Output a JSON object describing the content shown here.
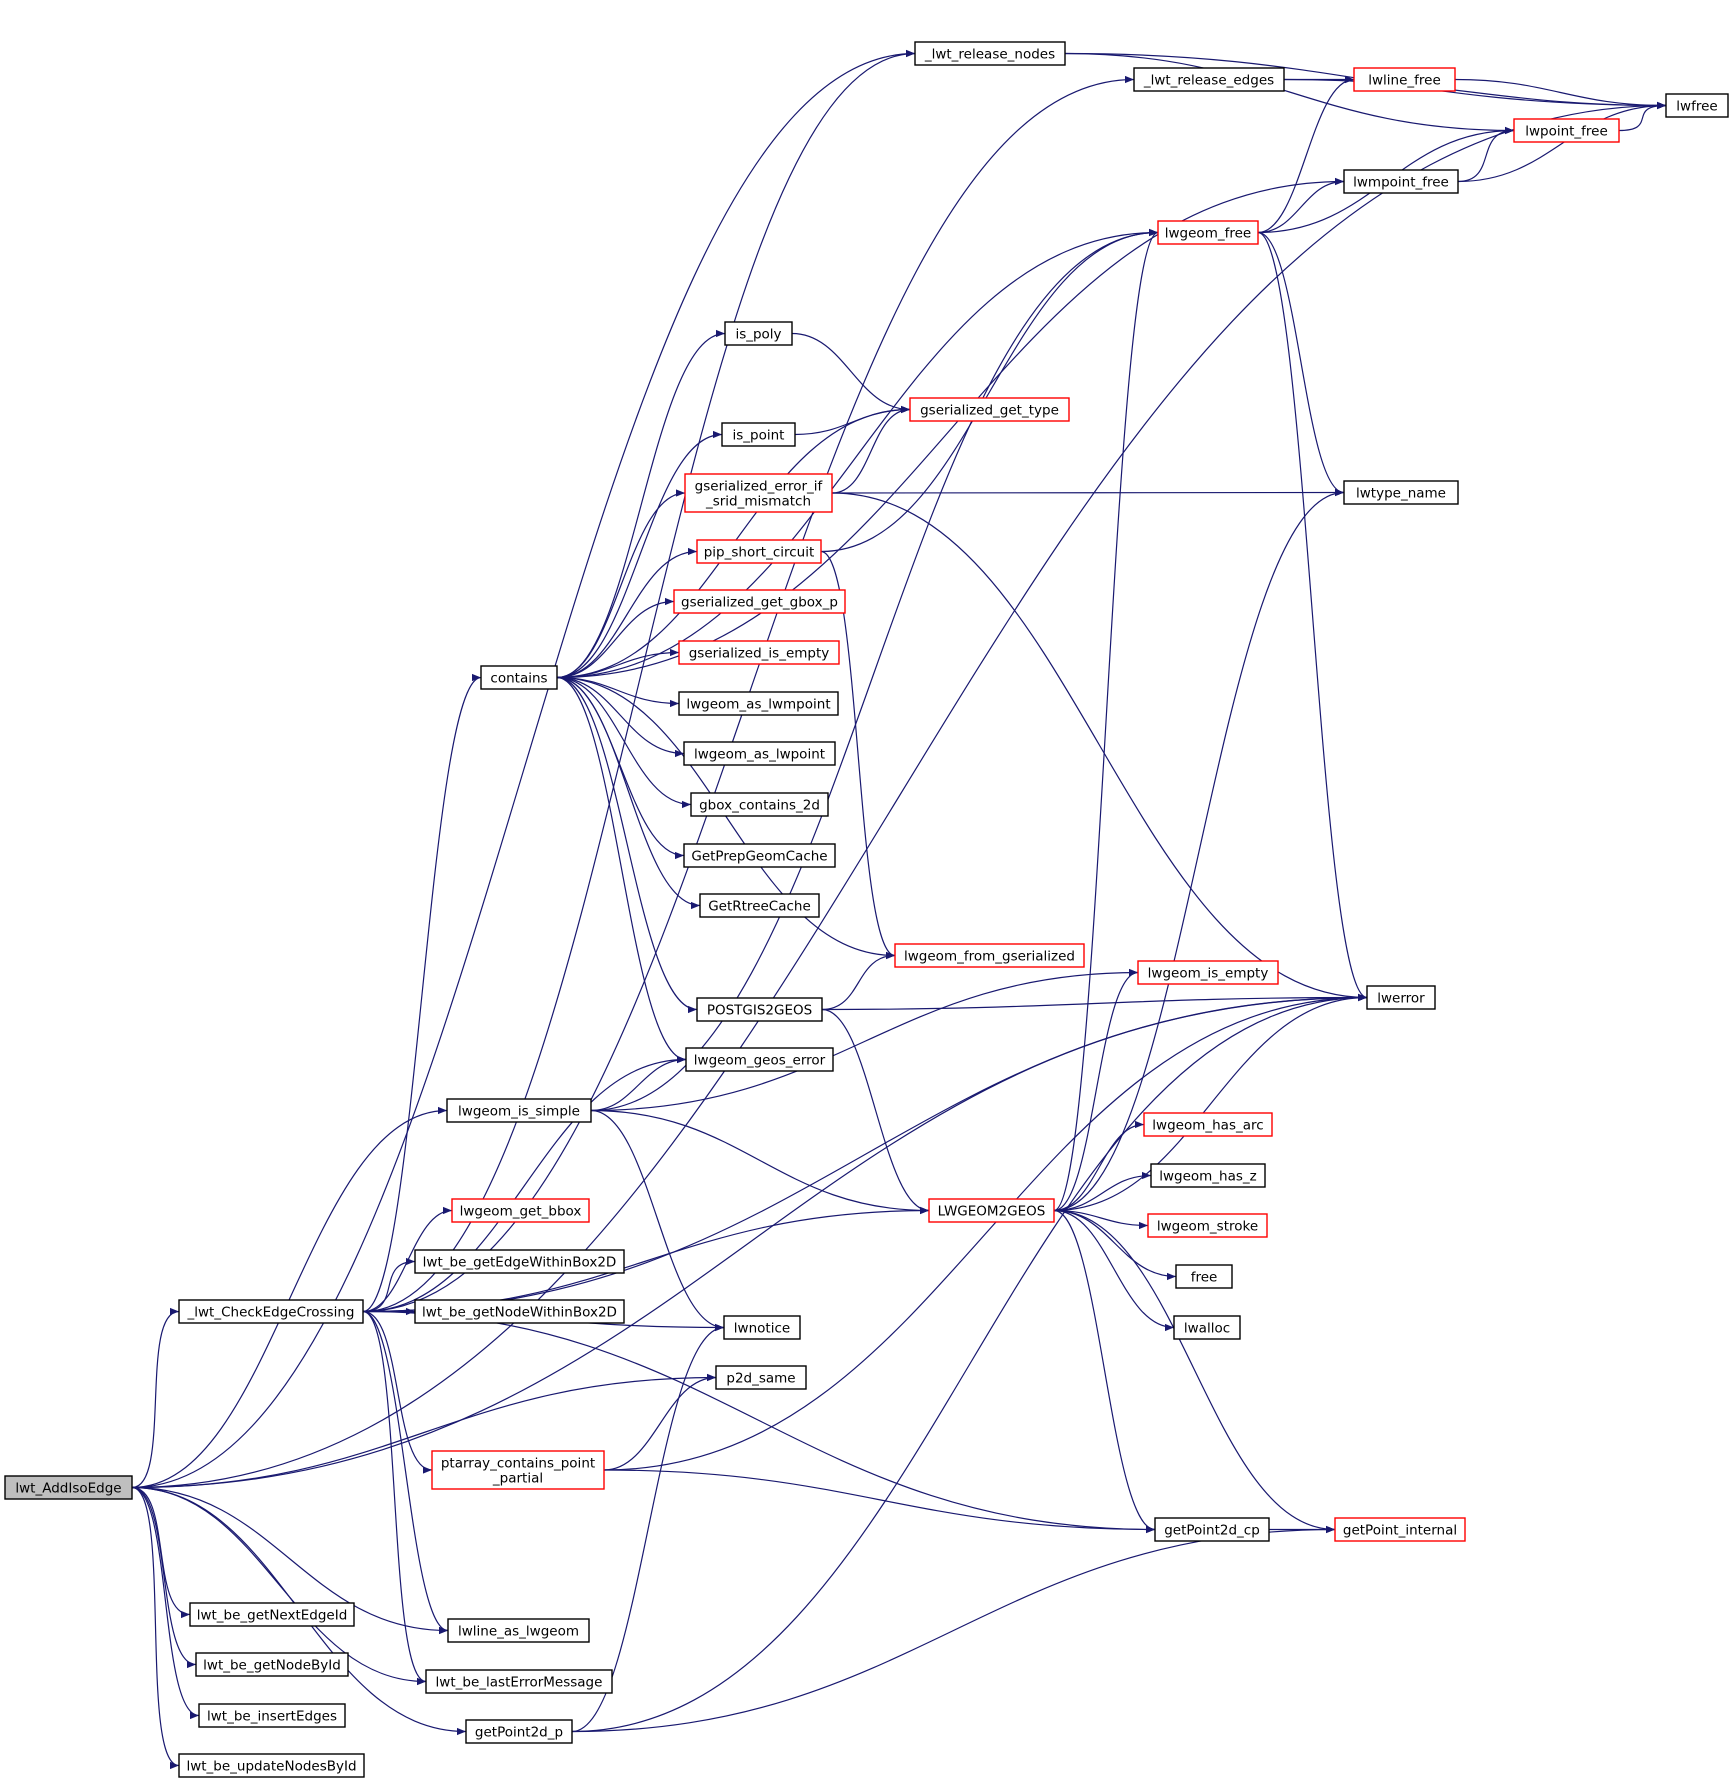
{
  "colors": {
    "edge": "#191970",
    "border_normal": "#000000",
    "border_truncated": "#ff0000",
    "fill_normal": "#ffffff",
    "fill_root": "#bfbfbf"
  },
  "nodes": [
    {
      "id": "lwt_AddIsoEdge",
      "lines": [
        "lwt_AddIsoEdge"
      ],
      "kind": "root"
    },
    {
      "id": "_lwt_CheckEdgeCrossing",
      "lines": [
        "_lwt_CheckEdgeCrossing"
      ],
      "kind": "normal"
    },
    {
      "id": "lwt_be_getNextEdgeId",
      "lines": [
        "lwt_be_getNextEdgeId"
      ],
      "kind": "normal"
    },
    {
      "id": "lwt_be_getNodeById",
      "lines": [
        "lwt_be_getNodeById"
      ],
      "kind": "normal"
    },
    {
      "id": "lwt_be_insertEdges",
      "lines": [
        "lwt_be_insertEdges"
      ],
      "kind": "normal"
    },
    {
      "id": "lwt_be_updateNodesById",
      "lines": [
        "lwt_be_updateNodesById"
      ],
      "kind": "normal"
    },
    {
      "id": "_lwt_release_nodes",
      "lines": [
        "_lwt_release_nodes"
      ],
      "kind": "normal"
    },
    {
      "id": "_lwt_release_edges",
      "lines": [
        "_lwt_release_edges"
      ],
      "kind": "normal"
    },
    {
      "id": "lwline_free",
      "lines": [
        "lwline_free"
      ],
      "kind": "truncated"
    },
    {
      "id": "lwfree",
      "lines": [
        "lwfree"
      ],
      "kind": "normal"
    },
    {
      "id": "lwpoint_free",
      "lines": [
        "lwpoint_free"
      ],
      "kind": "truncated"
    },
    {
      "id": "lwmpoint_free",
      "lines": [
        "lwmpoint_free"
      ],
      "kind": "normal"
    },
    {
      "id": "lwgeom_free",
      "lines": [
        "lwgeom_free"
      ],
      "kind": "truncated"
    },
    {
      "id": "is_poly",
      "lines": [
        "is_poly"
      ],
      "kind": "normal"
    },
    {
      "id": "gserialized_get_type",
      "lines": [
        "gserialized_get_type"
      ],
      "kind": "truncated"
    },
    {
      "id": "is_point",
      "lines": [
        "is_point"
      ],
      "kind": "normal"
    },
    {
      "id": "gserialized_error_if_srid_mismatch",
      "lines": [
        "gserialized_error_if",
        "_srid_mismatch"
      ],
      "kind": "truncated"
    },
    {
      "id": "lwtype_name",
      "lines": [
        "lwtype_name"
      ],
      "kind": "normal"
    },
    {
      "id": "pip_short_circuit",
      "lines": [
        "pip_short_circuit"
      ],
      "kind": "truncated"
    },
    {
      "id": "gserialized_get_gbox_p",
      "lines": [
        "gserialized_get_gbox_p"
      ],
      "kind": "truncated"
    },
    {
      "id": "gserialized_is_empty",
      "lines": [
        "gserialized_is_empty"
      ],
      "kind": "truncated"
    },
    {
      "id": "contains",
      "lines": [
        "contains"
      ],
      "kind": "normal"
    },
    {
      "id": "lwgeom_as_lwmpoint",
      "lines": [
        "lwgeom_as_lwmpoint"
      ],
      "kind": "normal"
    },
    {
      "id": "lwgeom_as_lwpoint",
      "lines": [
        "lwgeom_as_lwpoint"
      ],
      "kind": "normal"
    },
    {
      "id": "gbox_contains_2d",
      "lines": [
        "gbox_contains_2d"
      ],
      "kind": "normal"
    },
    {
      "id": "GetPrepGeomCache",
      "lines": [
        "GetPrepGeomCache"
      ],
      "kind": "normal"
    },
    {
      "id": "GetRtreeCache",
      "lines": [
        "GetRtreeCache"
      ],
      "kind": "normal"
    },
    {
      "id": "lwgeom_from_gserialized",
      "lines": [
        "lwgeom_from_gserialized"
      ],
      "kind": "truncated"
    },
    {
      "id": "lwgeom_is_empty",
      "lines": [
        "lwgeom_is_empty"
      ],
      "kind": "truncated"
    },
    {
      "id": "lwerror",
      "lines": [
        "lwerror"
      ],
      "kind": "normal"
    },
    {
      "id": "POSTGIS2GEOS",
      "lines": [
        "POSTGIS2GEOS"
      ],
      "kind": "normal"
    },
    {
      "id": "lwgeom_geos_error",
      "lines": [
        "lwgeom_geos_error"
      ],
      "kind": "normal"
    },
    {
      "id": "lwgeom_is_simple",
      "lines": [
        "lwgeom_is_simple"
      ],
      "kind": "normal"
    },
    {
      "id": "lwgeom_has_arc",
      "lines": [
        "lwgeom_has_arc"
      ],
      "kind": "truncated"
    },
    {
      "id": "lwgeom_has_z",
      "lines": [
        "lwgeom_has_z"
      ],
      "kind": "normal"
    },
    {
      "id": "LWGEOM2GEOS",
      "lines": [
        "LWGEOM2GEOS"
      ],
      "kind": "truncated"
    },
    {
      "id": "lwgeom_get_bbox",
      "lines": [
        "lwgeom_get_bbox"
      ],
      "kind": "truncated"
    },
    {
      "id": "lwgeom_stroke",
      "lines": [
        "lwgeom_stroke"
      ],
      "kind": "truncated"
    },
    {
      "id": "lwt_be_getEdgeWithinBox2D",
      "lines": [
        "lwt_be_getEdgeWithinBox2D"
      ],
      "kind": "normal"
    },
    {
      "id": "free",
      "lines": [
        "free"
      ],
      "kind": "normal"
    },
    {
      "id": "lwt_be_getNodeWithinBox2D",
      "lines": [
        "lwt_be_getNodeWithinBox2D"
      ],
      "kind": "normal"
    },
    {
      "id": "lwnotice",
      "lines": [
        "lwnotice"
      ],
      "kind": "normal"
    },
    {
      "id": "lwalloc",
      "lines": [
        "lwalloc"
      ],
      "kind": "normal"
    },
    {
      "id": "p2d_same",
      "lines": [
        "p2d_same"
      ],
      "kind": "normal"
    },
    {
      "id": "ptarray_contains_point_partial",
      "lines": [
        "ptarray_contains_point",
        "_partial"
      ],
      "kind": "truncated"
    },
    {
      "id": "getPoint2d_cp",
      "lines": [
        "getPoint2d_cp"
      ],
      "kind": "normal"
    },
    {
      "id": "getPoint_internal",
      "lines": [
        "getPoint_internal"
      ],
      "kind": "truncated"
    },
    {
      "id": "lwline_as_lwgeom",
      "lines": [
        "lwline_as_lwgeom"
      ],
      "kind": "normal"
    },
    {
      "id": "lwt_be_lastErrorMessage",
      "lines": [
        "lwt_be_lastErrorMessage"
      ],
      "kind": "normal"
    },
    {
      "id": "getPoint2d_p",
      "lines": [
        "getPoint2d_p"
      ],
      "kind": "normal"
    }
  ],
  "edges": [
    [
      "lwt_AddIsoEdge",
      "_lwt_release_nodes"
    ],
    [
      "lwt_AddIsoEdge",
      "lwerror"
    ],
    [
      "lwt_AddIsoEdge",
      "_lwt_CheckEdgeCrossing"
    ],
    [
      "lwt_AddIsoEdge",
      "lwgeom_is_simple"
    ],
    [
      "lwt_AddIsoEdge",
      "p2d_same"
    ],
    [
      "lwt_AddIsoEdge",
      "getPoint2d_p"
    ],
    [
      "lwt_AddIsoEdge",
      "lwline_as_lwgeom"
    ],
    [
      "lwt_AddIsoEdge",
      "lwt_be_lastErrorMessage"
    ],
    [
      "lwt_AddIsoEdge",
      "lwt_be_getNextEdgeId"
    ],
    [
      "lwt_AddIsoEdge",
      "lwt_be_getNodeById"
    ],
    [
      "lwt_AddIsoEdge",
      "lwt_be_insertEdges"
    ],
    [
      "lwt_AddIsoEdge",
      "lwt_be_updateNodesById"
    ],
    [
      "_lwt_CheckEdgeCrossing",
      "_lwt_release_nodes"
    ],
    [
      "_lwt_CheckEdgeCrossing",
      "_lwt_release_edges"
    ],
    [
      "_lwt_CheckEdgeCrossing",
      "contains"
    ],
    [
      "_lwt_CheckEdgeCrossing",
      "lwgeom_geos_error"
    ],
    [
      "_lwt_CheckEdgeCrossing",
      "LWGEOM2GEOS"
    ],
    [
      "_lwt_CheckEdgeCrossing",
      "lwgeom_get_bbox"
    ],
    [
      "_lwt_CheckEdgeCrossing",
      "lwt_be_getEdgeWithinBox2D"
    ],
    [
      "_lwt_CheckEdgeCrossing",
      "lwt_be_getNodeWithinBox2D"
    ],
    [
      "_lwt_CheckEdgeCrossing",
      "lwnotice"
    ],
    [
      "_lwt_CheckEdgeCrossing",
      "ptarray_contains_point_partial"
    ],
    [
      "_lwt_CheckEdgeCrossing",
      "getPoint2d_cp"
    ],
    [
      "_lwt_CheckEdgeCrossing",
      "lwline_as_lwgeom"
    ],
    [
      "_lwt_CheckEdgeCrossing",
      "lwt_be_lastErrorMessage"
    ],
    [
      "_lwt_CheckEdgeCrossing",
      "lwerror"
    ],
    [
      "_lwt_release_nodes",
      "lwfree"
    ],
    [
      "_lwt_release_nodes",
      "lwpoint_free"
    ],
    [
      "_lwt_release_edges",
      "lwline_free"
    ],
    [
      "_lwt_release_edges",
      "lwfree"
    ],
    [
      "lwline_free",
      "lwfree"
    ],
    [
      "lwpoint_free",
      "lwfree"
    ],
    [
      "lwmpoint_free",
      "lwpoint_free"
    ],
    [
      "lwmpoint_free",
      "lwfree"
    ],
    [
      "lwgeom_free",
      "lwline_free"
    ],
    [
      "lwgeom_free",
      "lwmpoint_free"
    ],
    [
      "lwgeom_free",
      "lwpoint_free"
    ],
    [
      "lwgeom_free",
      "lwtype_name"
    ],
    [
      "lwgeom_free",
      "lwerror"
    ],
    [
      "contains",
      "lwmpoint_free"
    ],
    [
      "contains",
      "lwgeom_free"
    ],
    [
      "contains",
      "is_poly"
    ],
    [
      "contains",
      "gserialized_get_type"
    ],
    [
      "contains",
      "is_point"
    ],
    [
      "contains",
      "gserialized_error_if_srid_mismatch"
    ],
    [
      "contains",
      "pip_short_circuit"
    ],
    [
      "contains",
      "gserialized_get_gbox_p"
    ],
    [
      "contains",
      "gserialized_is_empty"
    ],
    [
      "contains",
      "lwgeom_as_lwmpoint"
    ],
    [
      "contains",
      "lwgeom_as_lwpoint"
    ],
    [
      "contains",
      "gbox_contains_2d"
    ],
    [
      "contains",
      "GetPrepGeomCache"
    ],
    [
      "contains",
      "GetRtreeCache"
    ],
    [
      "contains",
      "lwgeom_from_gserialized"
    ],
    [
      "contains",
      "POSTGIS2GEOS"
    ],
    [
      "contains",
      "lwgeom_geos_error"
    ],
    [
      "is_poly",
      "gserialized_get_type"
    ],
    [
      "is_point",
      "gserialized_get_type"
    ],
    [
      "gserialized_error_if_srid_mismatch",
      "gserialized_get_type"
    ],
    [
      "gserialized_error_if_srid_mismatch",
      "lwtype_name"
    ],
    [
      "gserialized_error_if_srid_mismatch",
      "lwerror"
    ],
    [
      "pip_short_circuit",
      "lwgeom_free"
    ],
    [
      "pip_short_circuit",
      "lwgeom_from_gserialized"
    ],
    [
      "POSTGIS2GEOS",
      "lwgeom_from_gserialized"
    ],
    [
      "POSTGIS2GEOS",
      "lwerror"
    ],
    [
      "POSTGIS2GEOS",
      "LWGEOM2GEOS"
    ],
    [
      "lwgeom_is_simple",
      "lwgeom_geos_error"
    ],
    [
      "lwgeom_is_simple",
      "lwgeom_is_empty"
    ],
    [
      "lwgeom_is_simple",
      "lwgeom_free"
    ],
    [
      "lwgeom_is_simple",
      "LWGEOM2GEOS"
    ],
    [
      "lwgeom_is_simple",
      "lwnotice"
    ],
    [
      "LWGEOM2GEOS",
      "lwgeom_free"
    ],
    [
      "LWGEOM2GEOS",
      "lwgeom_is_empty"
    ],
    [
      "LWGEOM2GEOS",
      "lwtype_name"
    ],
    [
      "LWGEOM2GEOS",
      "lwerror"
    ],
    [
      "LWGEOM2GEOS",
      "lwgeom_has_arc"
    ],
    [
      "LWGEOM2GEOS",
      "lwgeom_has_z"
    ],
    [
      "LWGEOM2GEOS",
      "lwgeom_stroke"
    ],
    [
      "LWGEOM2GEOS",
      "free"
    ],
    [
      "LWGEOM2GEOS",
      "lwalloc"
    ],
    [
      "LWGEOM2GEOS",
      "getPoint2d_cp"
    ],
    [
      "LWGEOM2GEOS",
      "getPoint_internal"
    ],
    [
      "ptarray_contains_point_partial",
      "p2d_same"
    ],
    [
      "ptarray_contains_point_partial",
      "getPoint2d_cp"
    ],
    [
      "ptarray_contains_point_partial",
      "lwerror"
    ],
    [
      "getPoint2d_cp",
      "getPoint_internal"
    ],
    [
      "getPoint2d_p",
      "lwnotice"
    ],
    [
      "getPoint2d_p",
      "lwerror"
    ],
    [
      "getPoint2d_p",
      "getPoint_internal"
    ],
    [
      "lwt_AddIsoEdge",
      "lwfree"
    ]
  ]
}
